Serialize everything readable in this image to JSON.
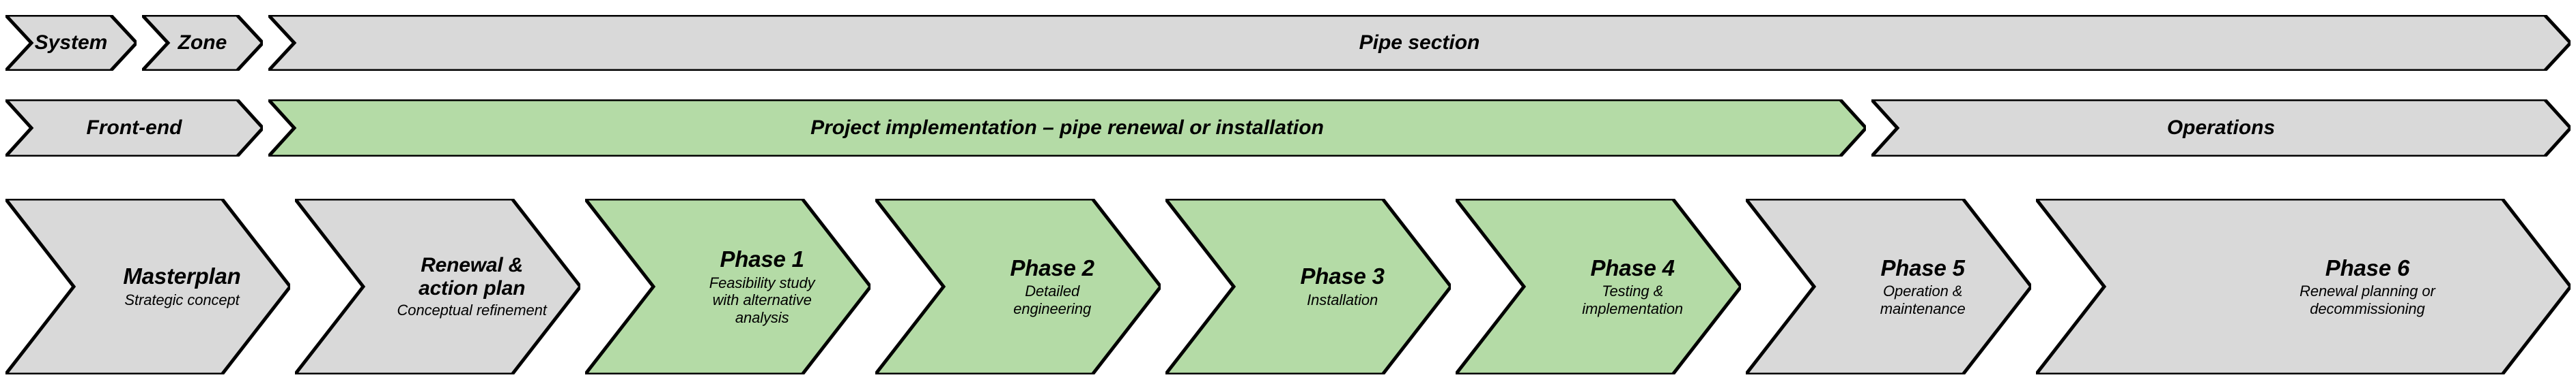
{
  "diagram": {
    "title": "Pipe asset lifecycle process chevron diagram",
    "colors": {
      "fill_neutral": "#d9d9d9",
      "fill_highlight": "#b4dba6",
      "stroke": "#000000",
      "background": "#ffffff"
    }
  },
  "rows": {
    "scope": {
      "name": "scope-row",
      "items": [
        {
          "label": "System",
          "highlight": false
        },
        {
          "label": "Zone",
          "highlight": false
        },
        {
          "label": "Pipe section",
          "highlight": false
        }
      ]
    },
    "stage": {
      "name": "stage-row",
      "items": [
        {
          "label": "Front-end",
          "highlight": false
        },
        {
          "label": "Project implementation – pipe renewal or installation",
          "highlight": true
        },
        {
          "label": "Operations",
          "highlight": false
        }
      ]
    },
    "phases": {
      "name": "phase-row",
      "items": [
        {
          "title": "Masterplan",
          "subtitle": "Strategic concept",
          "highlight": false
        },
        {
          "title": "Renewal &\naction plan",
          "subtitle": "Conceptual refinement",
          "highlight": false
        },
        {
          "title": "Phase 1",
          "subtitle": "Feasibility study\nwith alternative\nanalysis",
          "highlight": true
        },
        {
          "title": "Phase 2",
          "subtitle": "Detailed\nengineering",
          "highlight": true
        },
        {
          "title": "Phase 3",
          "subtitle": "Installation",
          "highlight": true
        },
        {
          "title": "Phase 4",
          "subtitle": "Testing &\nimplementation",
          "highlight": true
        },
        {
          "title": "Phase 5",
          "subtitle": "Operation &\nmaintenance",
          "highlight": false
        },
        {
          "title": "Phase 6",
          "subtitle": "Renewal planning or\ndecommissioning",
          "highlight": false
        }
      ]
    }
  },
  "layout": {
    "scope_spans": [
      [
        8,
        200
      ],
      [
        208,
        385
      ],
      [
        393,
        3765
      ]
    ],
    "stage_spans": [
      [
        8,
        385
      ],
      [
        393,
        2733
      ],
      [
        2741,
        3765
      ]
    ],
    "phase_spans": [
      [
        8,
        425
      ],
      [
        432,
        850
      ],
      [
        857,
        1275
      ],
      [
        1282,
        1700
      ],
      [
        1707,
        2125
      ],
      [
        2132,
        2550
      ],
      [
        2557,
        2975
      ],
      [
        2982,
        3765
      ]
    ]
  }
}
